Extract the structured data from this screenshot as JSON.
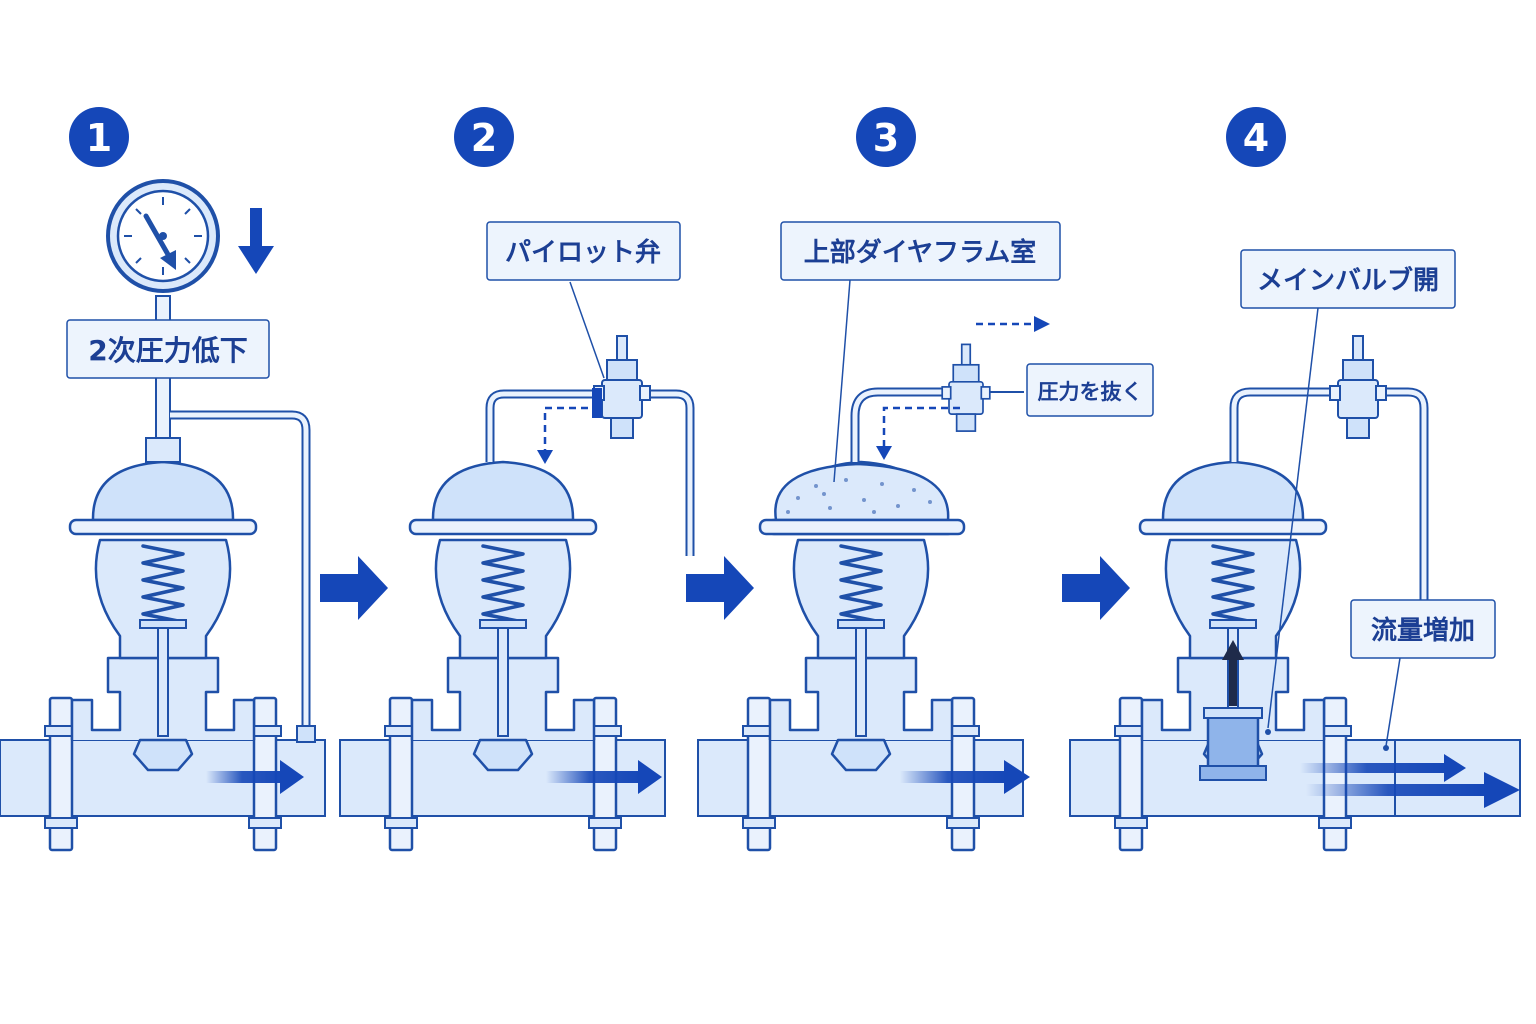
{
  "colors": {
    "outline": "#1f50a8",
    "fill": "#dbe9fb",
    "fill_light": "#eaf2fd",
    "accent": "#1547b8",
    "label_bg": "#edf4fd"
  },
  "steps": [
    {
      "number": "1",
      "label": "2次圧力低下",
      "icons": [
        "pressure-gauge-icon",
        "down-arrow-icon"
      ]
    },
    {
      "number": "2",
      "label": "パイロット弁"
    },
    {
      "number": "3",
      "label": "上部ダイヤフラム室",
      "note": "圧力を抜く"
    },
    {
      "number": "4",
      "label": "メインバルブ開",
      "note": "流量増加"
    }
  ],
  "transition_icon": "right-arrow-icon"
}
